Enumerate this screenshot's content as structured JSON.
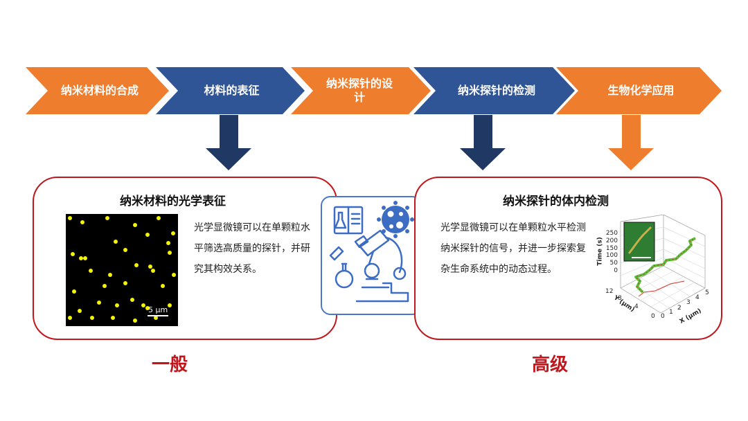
{
  "workflow": {
    "steps": [
      {
        "label": "纳米材料的合成",
        "color": "#ef7d2e"
      },
      {
        "label": "材料的表征",
        "color": "#2f5597"
      },
      {
        "label": "纳米探针的设\n计",
        "color": "#ef7d2e"
      },
      {
        "label": "纳米探针的检测",
        "color": "#2f5597"
      },
      {
        "label": "生物化学应用",
        "color": "#ef7d2e"
      }
    ],
    "down_arrow_colors": [
      "#1f3864",
      "#1f3864",
      "#ef7d2e"
    ]
  },
  "left_panel": {
    "title": "纳米材料的光学表征",
    "description": "光学显微镜可以在单颗粒水平筛选高质量的探针，并研究其构效关系。",
    "scale_bar_label": "5 μm",
    "level_label": "一般"
  },
  "right_panel": {
    "title": "纳米探针的体内检测",
    "description": "光学显微镜可以在单颗粒水平检测纳米探针的信号，并进一步探索复杂生命系统中的动态过程。",
    "plot": {
      "z_axis_label": "Time (s)",
      "z_ticks": [
        "250",
        "200",
        "150",
        "100",
        "50",
        "0"
      ],
      "y_axis_label": "Y (μm)",
      "y_ticks": [
        "12",
        "8",
        "4",
        "0"
      ],
      "x_axis_label": "X (μm)",
      "x_ticks": [
        "0",
        "1",
        "2",
        "3",
        "4",
        "5"
      ]
    },
    "level_label": "高级"
  },
  "center_icon": {
    "name": "lab-microscope-icon"
  }
}
